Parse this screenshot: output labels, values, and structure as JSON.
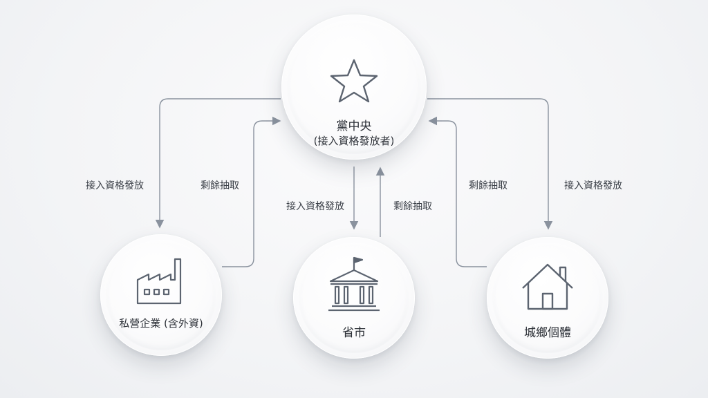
{
  "nodes": {
    "center": {
      "title": "黨中央",
      "subtitle": "(接入資格發放者)",
      "icon": "star-icon"
    },
    "private": {
      "title": "私營企業 (含外資)",
      "icon": "factory-icon"
    },
    "province": {
      "title": "省市",
      "icon": "government-building-icon"
    },
    "urban": {
      "title": "城鄉個體",
      "icon": "house-icon"
    }
  },
  "edges": {
    "center_to_private": "接入資格發放",
    "private_to_center": "剩餘抽取",
    "center_to_province": "接入資格發放",
    "province_to_center": "剩餘抽取",
    "urban_to_center": "剩餘抽取",
    "center_to_urban": "接入資格發放"
  },
  "colors": {
    "connector": "#8a929e",
    "icon_stroke": "#5c6470",
    "text": "#2b2f36"
  }
}
